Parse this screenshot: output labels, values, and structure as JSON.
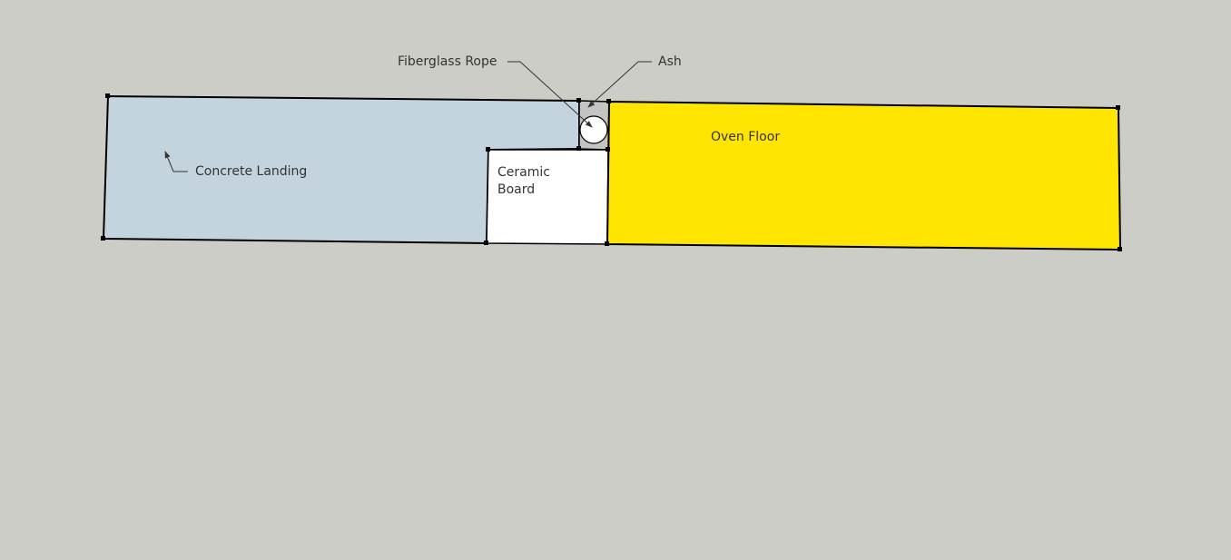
{
  "labels": {
    "fiberglass_rope": "Fiberglass Rope",
    "ash": "Ash",
    "oven_floor": "Oven Floor",
    "concrete_landing": "Concrete Landing",
    "ceramic_board_line1": "Ceramic",
    "ceramic_board_line2": "Board"
  },
  "colors": {
    "background": "#cccdc7",
    "concrete": "#c4d4de",
    "ash": "#c3c4c3",
    "ceramic": "#ffffff",
    "oven_floor": "#ffe500",
    "edge": "#000000"
  }
}
